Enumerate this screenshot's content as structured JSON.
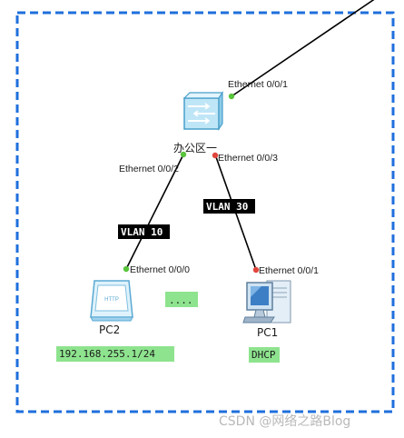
{
  "switch": {
    "name": "办公区一"
  },
  "ports": {
    "uplink": "Ethernet 0/0/1",
    "to_pc2": "Ethernet 0/0/2",
    "to_pc1": "Ethernet 0/0/3",
    "pc2_port": "Ethernet 0/0/0",
    "pc1_port": "Ethernet 0/0/1"
  },
  "vlans": {
    "left": "VLAN 10",
    "right": "VLAN 30"
  },
  "pc2": {
    "name": "PC2",
    "screen_text": "HTTP",
    "ip": "192.168.255.1/24"
  },
  "pc1": {
    "name": "PC1",
    "mode": "DHCP"
  },
  "ellipsis": "....",
  "watermark": "CSDN @网络之路Blog",
  "colors": {
    "area_border": "#1f6fdc",
    "link": "#000000",
    "port_up": "#59c43c",
    "port_alt": "#e0463c",
    "tag_fill": "#8ee38e",
    "vlan_fill": "#000000"
  }
}
